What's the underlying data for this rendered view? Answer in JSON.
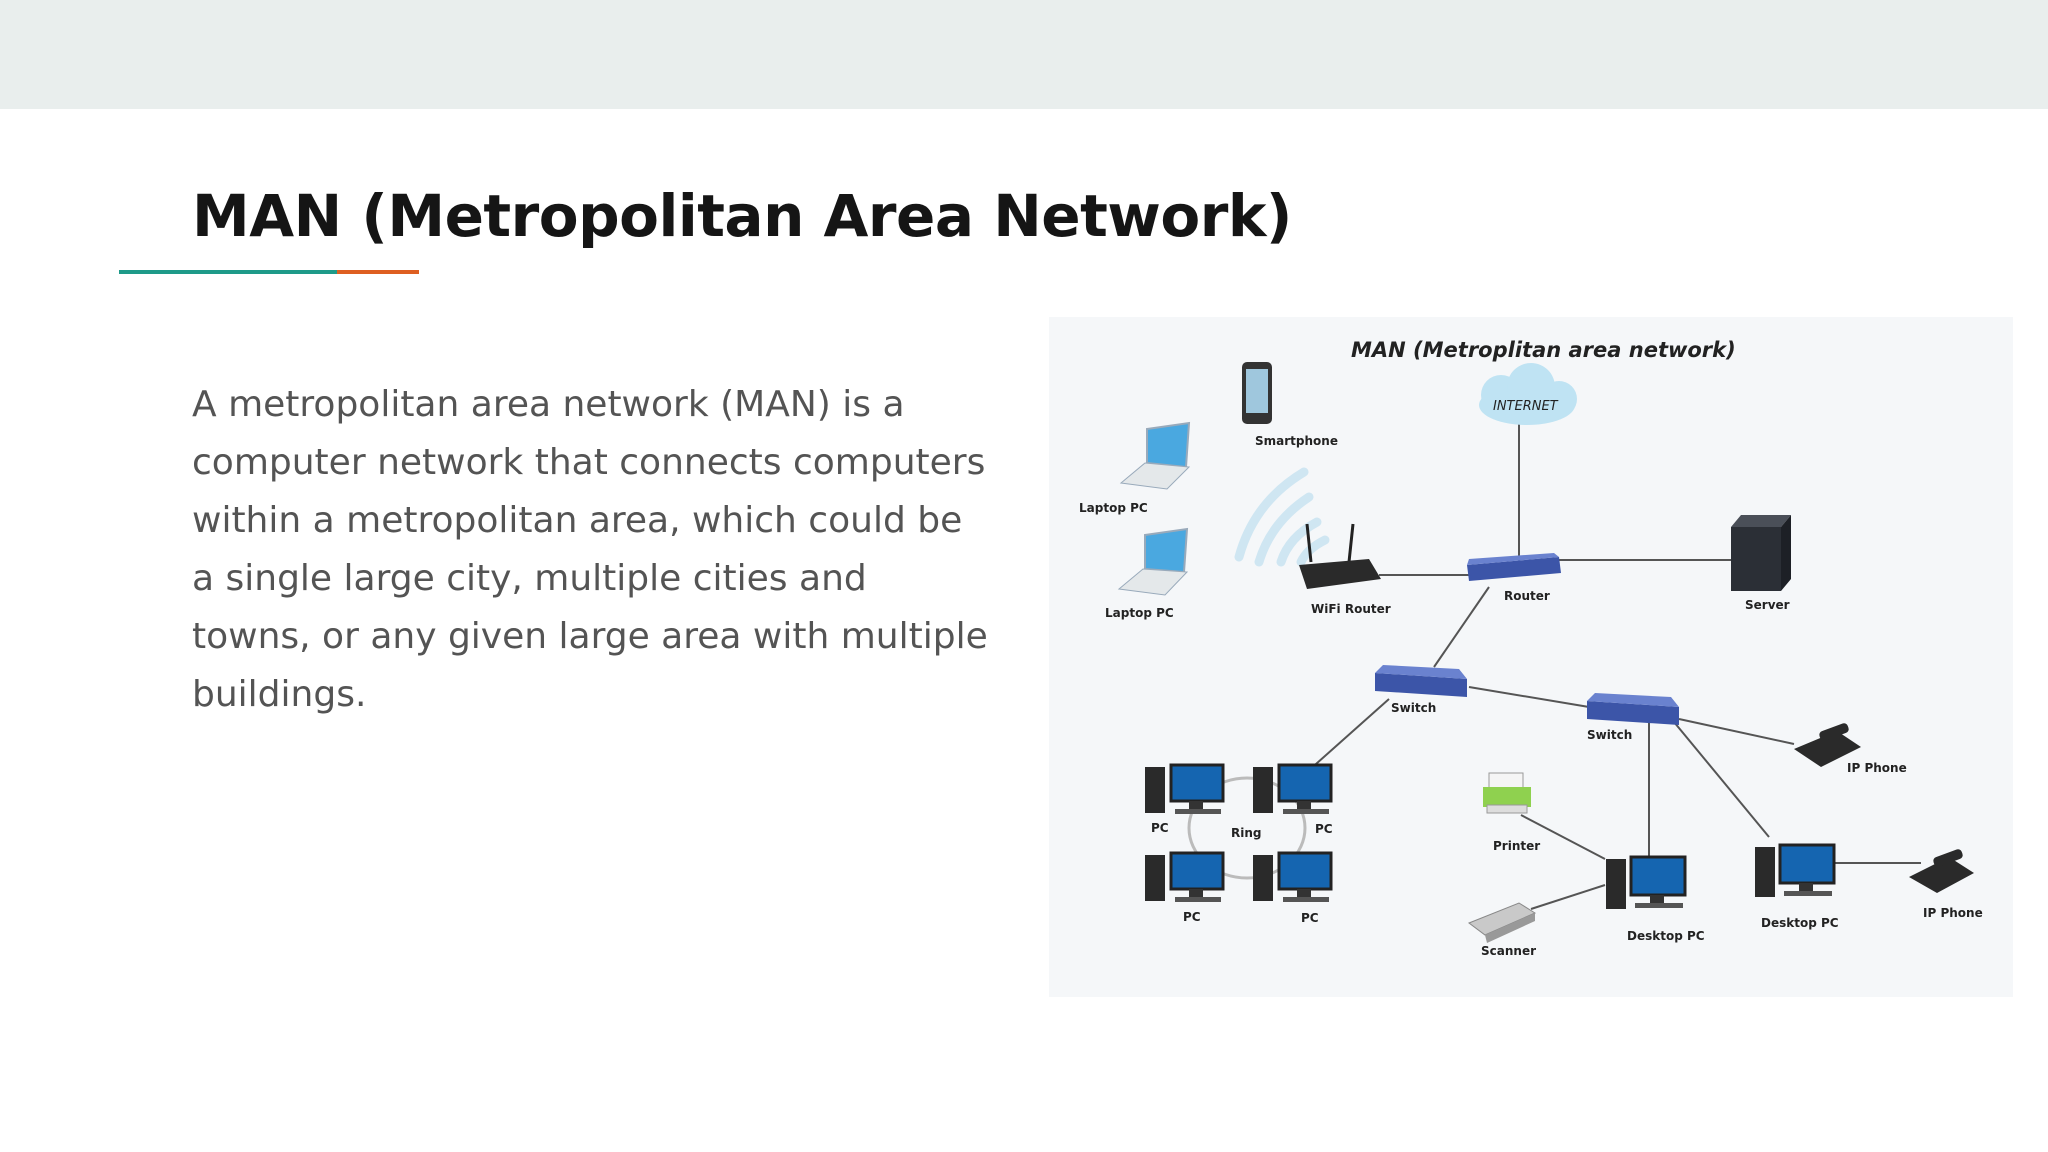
{
  "slide": {
    "title": "MAN (Metropolitan Area Network)",
    "body": "A metropolitan area network (MAN) is a computer network that connects computers within a metropolitan area, which could be a single large city, multiple cities and towns, or any given large area with multiple buildings.",
    "accent_colors": {
      "teal": "#1e9a89",
      "orange": "#de5f21"
    }
  },
  "diagram": {
    "title": "MAN (Metroplitan area network)",
    "labels": {
      "internet": "INTERNET",
      "smartphone": "Smartphone",
      "laptop1": "Laptop PC",
      "laptop2": "Laptop PC",
      "wifi_router": "WiFi Router",
      "router": "Router",
      "server": "Server",
      "switch1": "Switch",
      "switch2": "Switch",
      "ip_phone1": "IP Phone",
      "ip_phone2": "IP Phone",
      "pc1": "PC",
      "pc2": "PC",
      "pc3": "PC",
      "pc4": "PC",
      "ring": "Ring",
      "printer": "Printer",
      "scanner": "Scanner",
      "desktop1": "Desktop PC",
      "desktop2": "Desktop PC"
    }
  }
}
